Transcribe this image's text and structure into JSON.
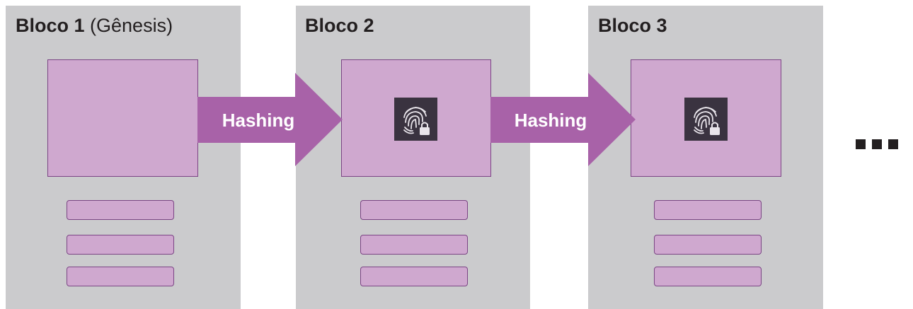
{
  "blocks": [
    {
      "title_bold": "Bloco 1",
      "title_rest": " (Gênesis)",
      "has_icon": false
    },
    {
      "title_bold": "Bloco 2",
      "title_rest": "",
      "has_icon": true
    },
    {
      "title_bold": "Bloco 3",
      "title_rest": "",
      "has_icon": true
    }
  ],
  "arrows": [
    {
      "label": "Hashing"
    },
    {
      "label": "Hashing"
    }
  ],
  "icon_name": "fingerprint-lock-icon",
  "colors": {
    "block_bg": "#cbcbcd",
    "fill": "#cfa8cf",
    "border": "#7b4584",
    "arrow": "#a862a8",
    "icon_bg": "#3a3340"
  }
}
